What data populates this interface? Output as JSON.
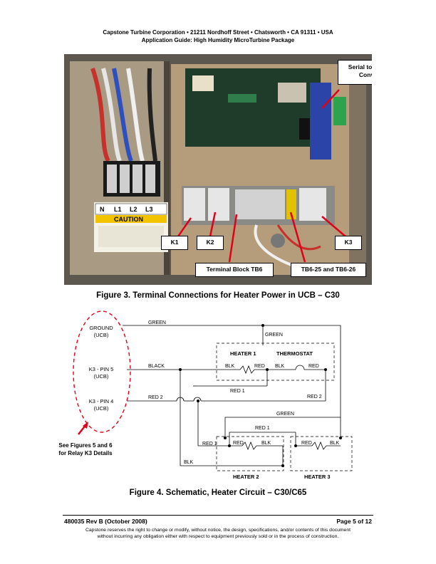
{
  "header": {
    "line1": "Capstone Turbine Corporation • 21211 Nordhoff Street • Chatsworth • CA 91311 • USA",
    "line2": "Application Guide: High Humidity MicroTurbine Package"
  },
  "photo": {
    "callouts": {
      "serial": "Serial to Ethernet Converter",
      "k1": "K1",
      "k2": "K2",
      "k3": "K3",
      "tb6": "Terminal Block TB6",
      "tb6_25": "TB6-25 and TB6-26"
    },
    "caution_label": "CAUTION",
    "terminal_labels": [
      "N",
      "L1",
      "L2",
      "L3"
    ]
  },
  "figure3_caption": "Figure 3. Terminal Connections for Heater Power in UCB – C30",
  "schematic": {
    "ground": "GROUND",
    "ucb": "(UCB)",
    "k3_pin5": "K3 - PIN 5",
    "k3_pin4": "K3 - PIN 4",
    "see_note_line1": "See Figures 5 and 6",
    "see_note_line2": "for Relay K3 Details",
    "green": "GREEN",
    "black": "BLACK",
    "red2": "RED 2",
    "red1": "RED 1",
    "blk": "BLK",
    "red": "RED",
    "heater1": "HEATER 1",
    "heater2": "HEATER 2",
    "heater3": "HEATER 3",
    "thermostat": "THERMOSTAT"
  },
  "figure4_caption": "Figure 4. Schematic, Heater Circuit – C30/C65",
  "footer": {
    "doc_id": "480035 Rev B (October 2008)",
    "page": "Page 5 of 12",
    "disclaimer_line1": "Capstone reserves the right to change or modify, without notice, the design, specifications, and/or contents of this document",
    "disclaimer_line2": "without incurring any obligation either with respect to equipment previously sold or in the process of construction."
  },
  "colors": {
    "callout_arrow": "#e0001a",
    "photo_bg": "#6f6a60"
  }
}
